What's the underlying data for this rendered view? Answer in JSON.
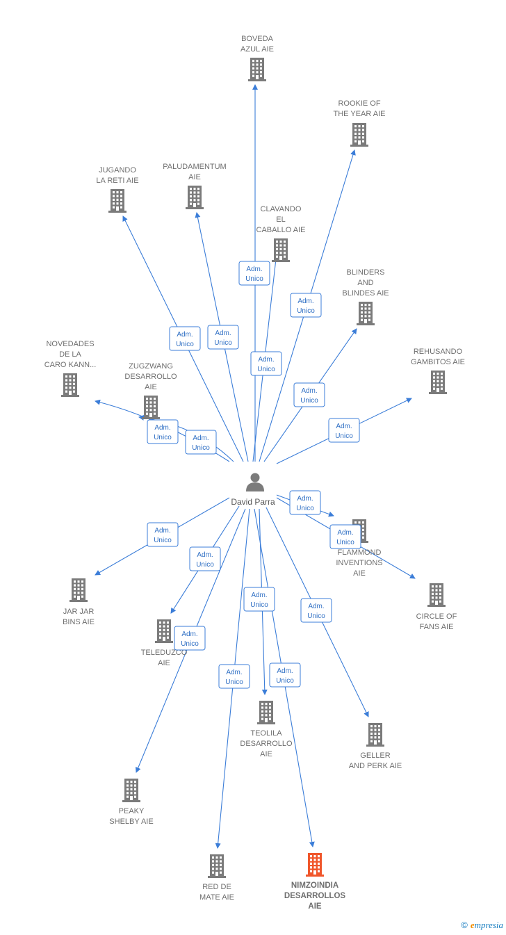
{
  "colors": {
    "edge": "#3b7dd8",
    "building": "#7b7b7b",
    "building_highlight": "#f0562b",
    "person": "#7b7b7b"
  },
  "center": {
    "name": "David Parra",
    "icon": "person-icon"
  },
  "edge_label": [
    "Adm.",
    "Unico"
  ],
  "companies": [
    {
      "id": "boveda",
      "lines": [
        "BOVEDA",
        "AZUL  AIE"
      ]
    },
    {
      "id": "rookie",
      "lines": [
        "ROOKIE OF",
        "THE YEAR  AIE"
      ]
    },
    {
      "id": "jugando",
      "lines": [
        "JUGANDO",
        "LA RETI  AIE"
      ]
    },
    {
      "id": "paludamentum",
      "lines": [
        "PALUDAMENTUM",
        "AIE"
      ]
    },
    {
      "id": "clavando",
      "lines": [
        "CLAVANDO",
        "EL",
        "CABALLO  AIE"
      ]
    },
    {
      "id": "blinders",
      "lines": [
        "BLINDERS",
        "AND",
        "BLINDES  AIE"
      ]
    },
    {
      "id": "novedades",
      "lines": [
        "NOVEDADES",
        "DE LA",
        "CARO KANN..."
      ]
    },
    {
      "id": "zugzwang",
      "lines": [
        "ZUGZWANG",
        "DESARROLLO",
        "AIE"
      ]
    },
    {
      "id": "rehusando",
      "lines": [
        "REHUSANDO",
        "GAMBITOS  AIE"
      ]
    },
    {
      "id": "flammond",
      "lines": [
        "FLAMMOND",
        "INVENTIONS",
        "AIE"
      ]
    },
    {
      "id": "circle",
      "lines": [
        "CIRCLE OF",
        "FANS  AIE"
      ]
    },
    {
      "id": "jarjar",
      "lines": [
        "JAR JAR",
        "BINS  AIE"
      ]
    },
    {
      "id": "teleduzco",
      "lines": [
        "TELEDUZCO",
        "AIE"
      ]
    },
    {
      "id": "teolila",
      "lines": [
        "TEOLILA",
        "DESARROLLO",
        "AIE"
      ]
    },
    {
      "id": "geller",
      "lines": [
        "GELLER",
        "AND PERK  AIE"
      ]
    },
    {
      "id": "peaky",
      "lines": [
        "PEAKY",
        "SHELBY  AIE"
      ]
    },
    {
      "id": "redmate",
      "lines": [
        "RED DE",
        "MATE  AIE"
      ]
    },
    {
      "id": "nimzoindia",
      "lines": [
        "NIMZOINDIA",
        "DESARROLLOS",
        "AIE"
      ],
      "highlight": true
    }
  ],
  "brand": {
    "symbol": "©",
    "initial": "e",
    "rest": "mpresia"
  }
}
